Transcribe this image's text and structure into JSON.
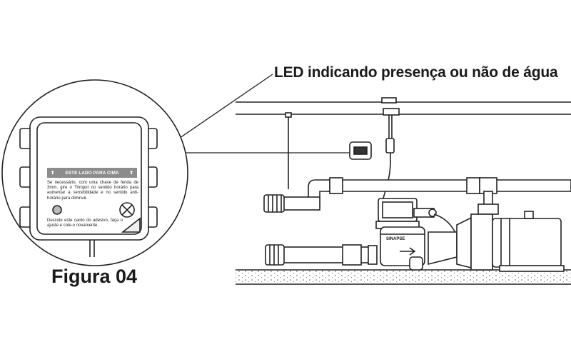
{
  "callout": {
    "text": "LED indicando presença ou não de água"
  },
  "figure": {
    "label": "Figura 04"
  },
  "sticker": {
    "header": "ESTE LADO PARA CIMA",
    "arrow_glyph": "⬆",
    "instruction": "Se necessário, com uma chave de fenda de 3mm, gire o Trimpot no sentido horário para aumentar a sensibilidade e no sentido anti-horário para diminuir.",
    "footer": "Descole este canto do adesivo, faça o ajuste e cole-o novamente."
  },
  "pump": {
    "brand": "SINAPSE"
  },
  "colors": {
    "line": "#222222",
    "sticker_header": "#8c8c8c"
  }
}
